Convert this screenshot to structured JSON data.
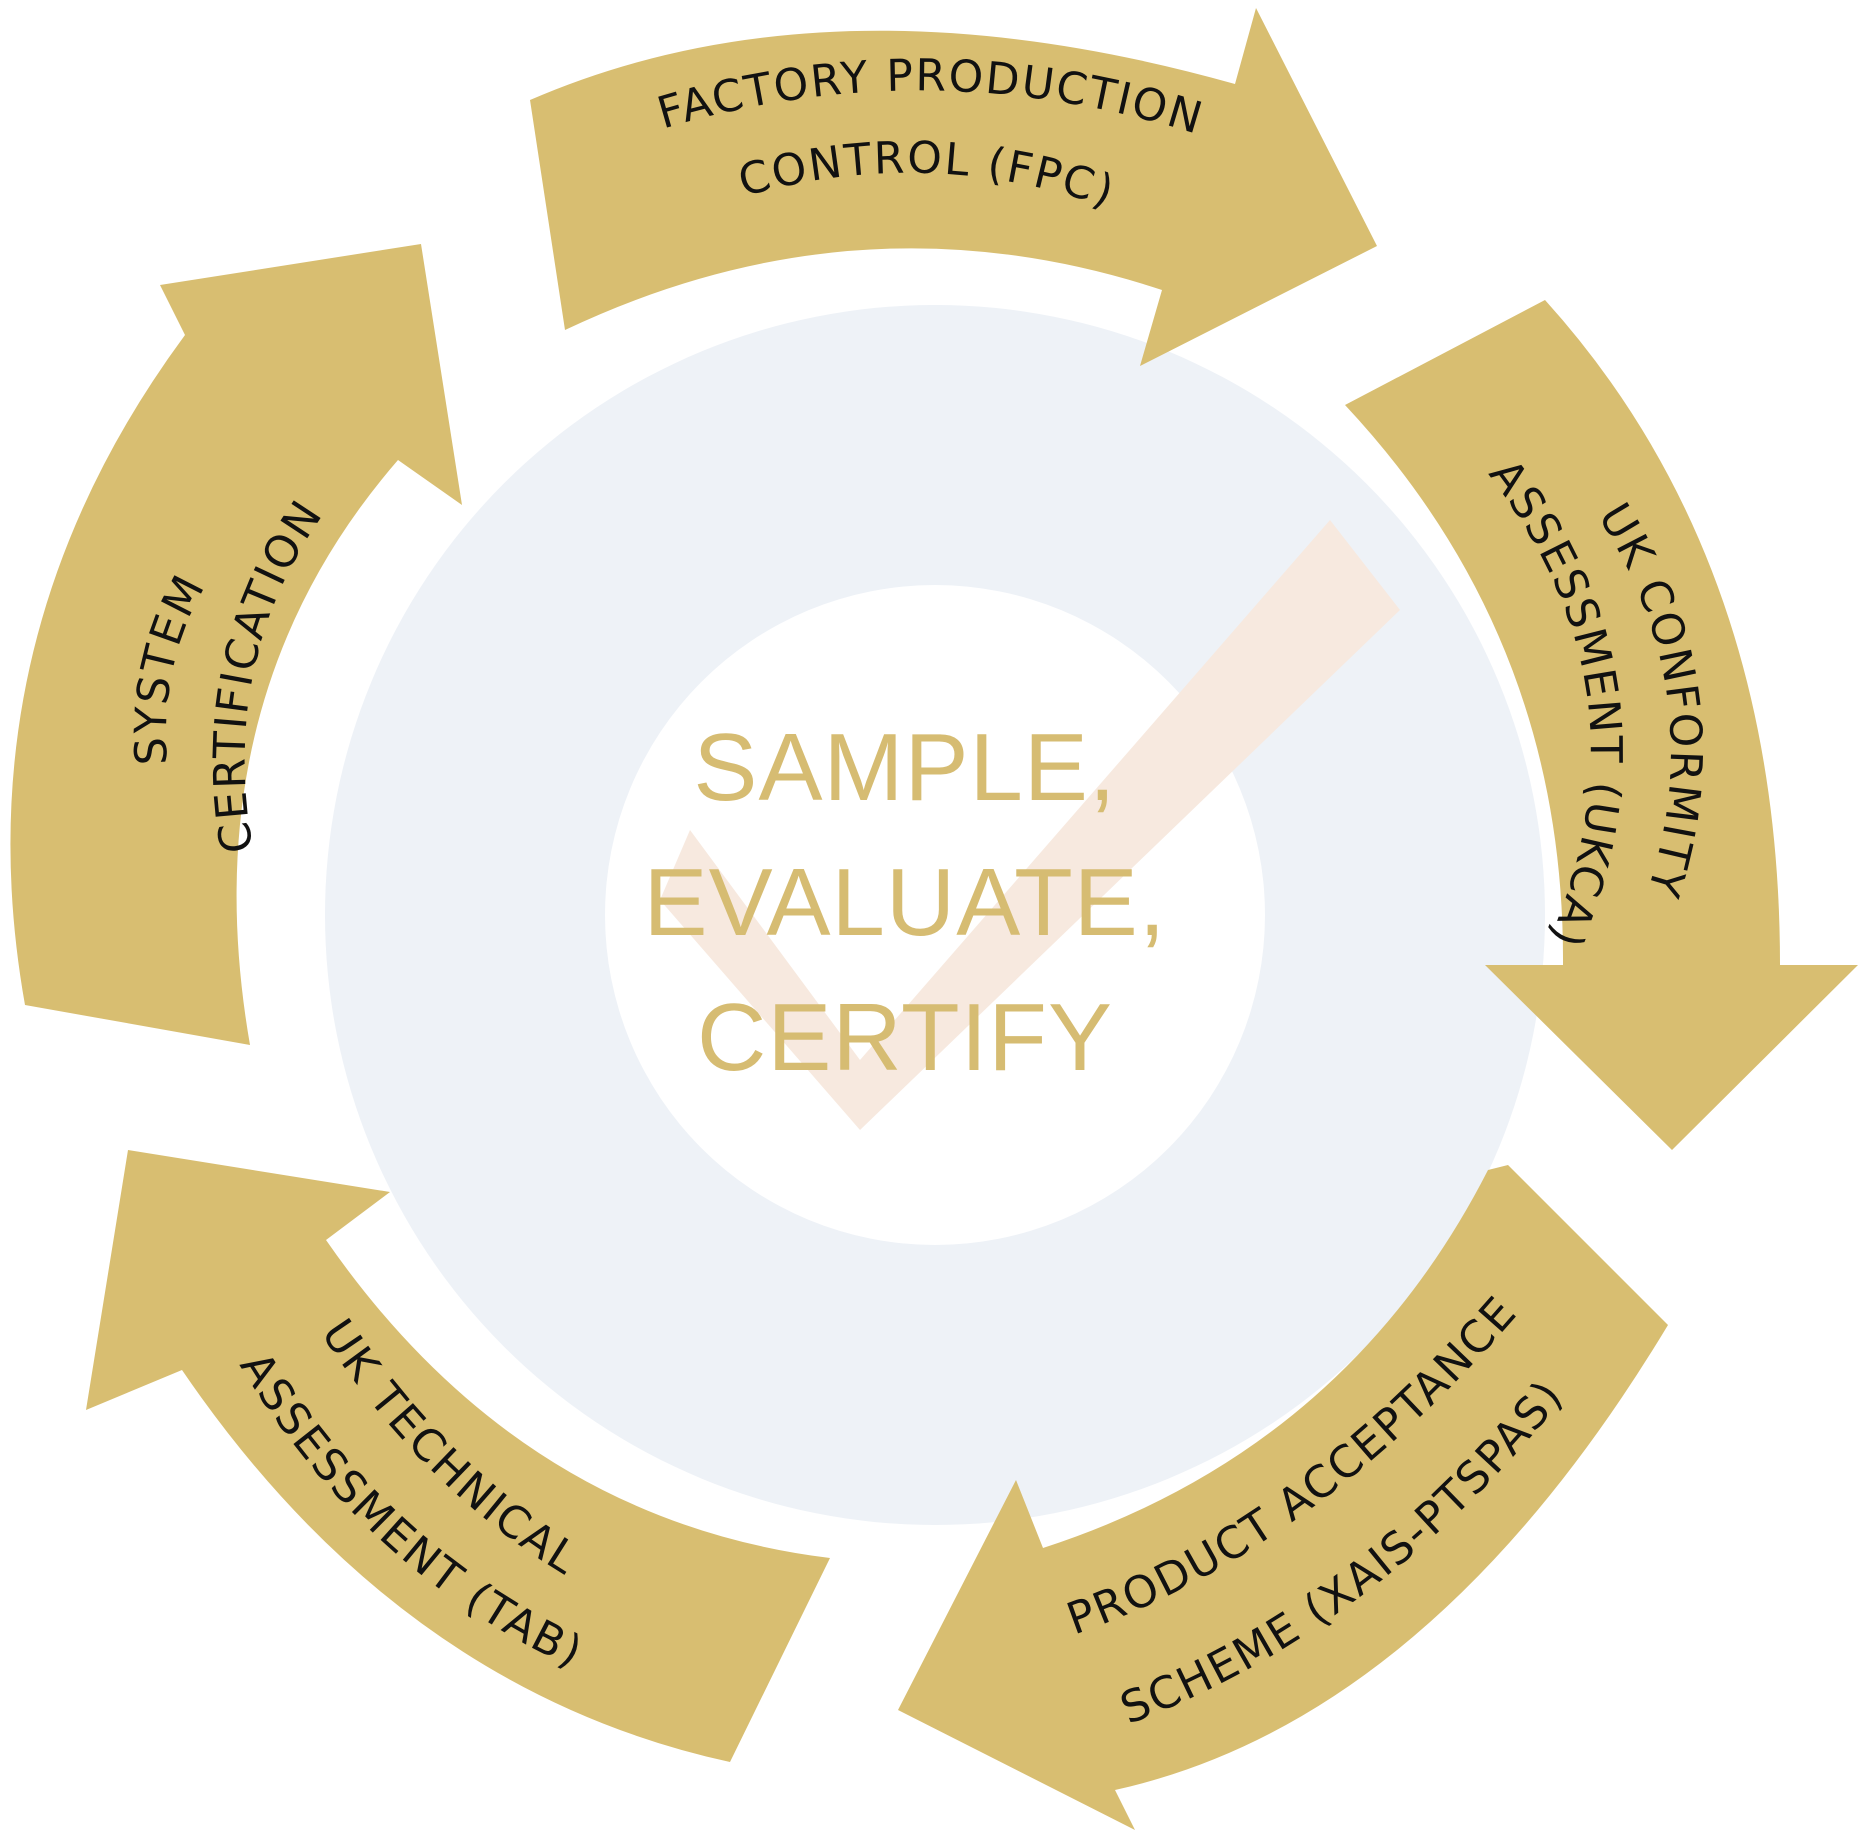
{
  "colors": {
    "arrow_fill": "#d8be71",
    "center_text": "#d6bc72",
    "watermark_circle": "#eef2f7",
    "watermark_accent": "#f7e9df"
  },
  "center": {
    "line1": "SAMPLE,",
    "line2": "EVALUATE,",
    "line3": "CERTIFY"
  },
  "arrows": [
    {
      "id": "fpc",
      "line1": "FACTORY PRODUCTION",
      "line2": "CONTROL (FPC)"
    },
    {
      "id": "ukca",
      "line1": "UK CONFORMITY",
      "line2": "ASSESSMENT (UKCA)"
    },
    {
      "id": "pas",
      "line1": "PRODUCT ACCEPTANCE",
      "line2": "SCHEME (XAIS-PTSPAS)"
    },
    {
      "id": "tab",
      "line1": "UK TECHNICAL",
      "line2": "ASSESSMENT (TAB)"
    },
    {
      "id": "sys",
      "line1": "SYSTEM",
      "line2": "CERTIFICATION"
    }
  ]
}
